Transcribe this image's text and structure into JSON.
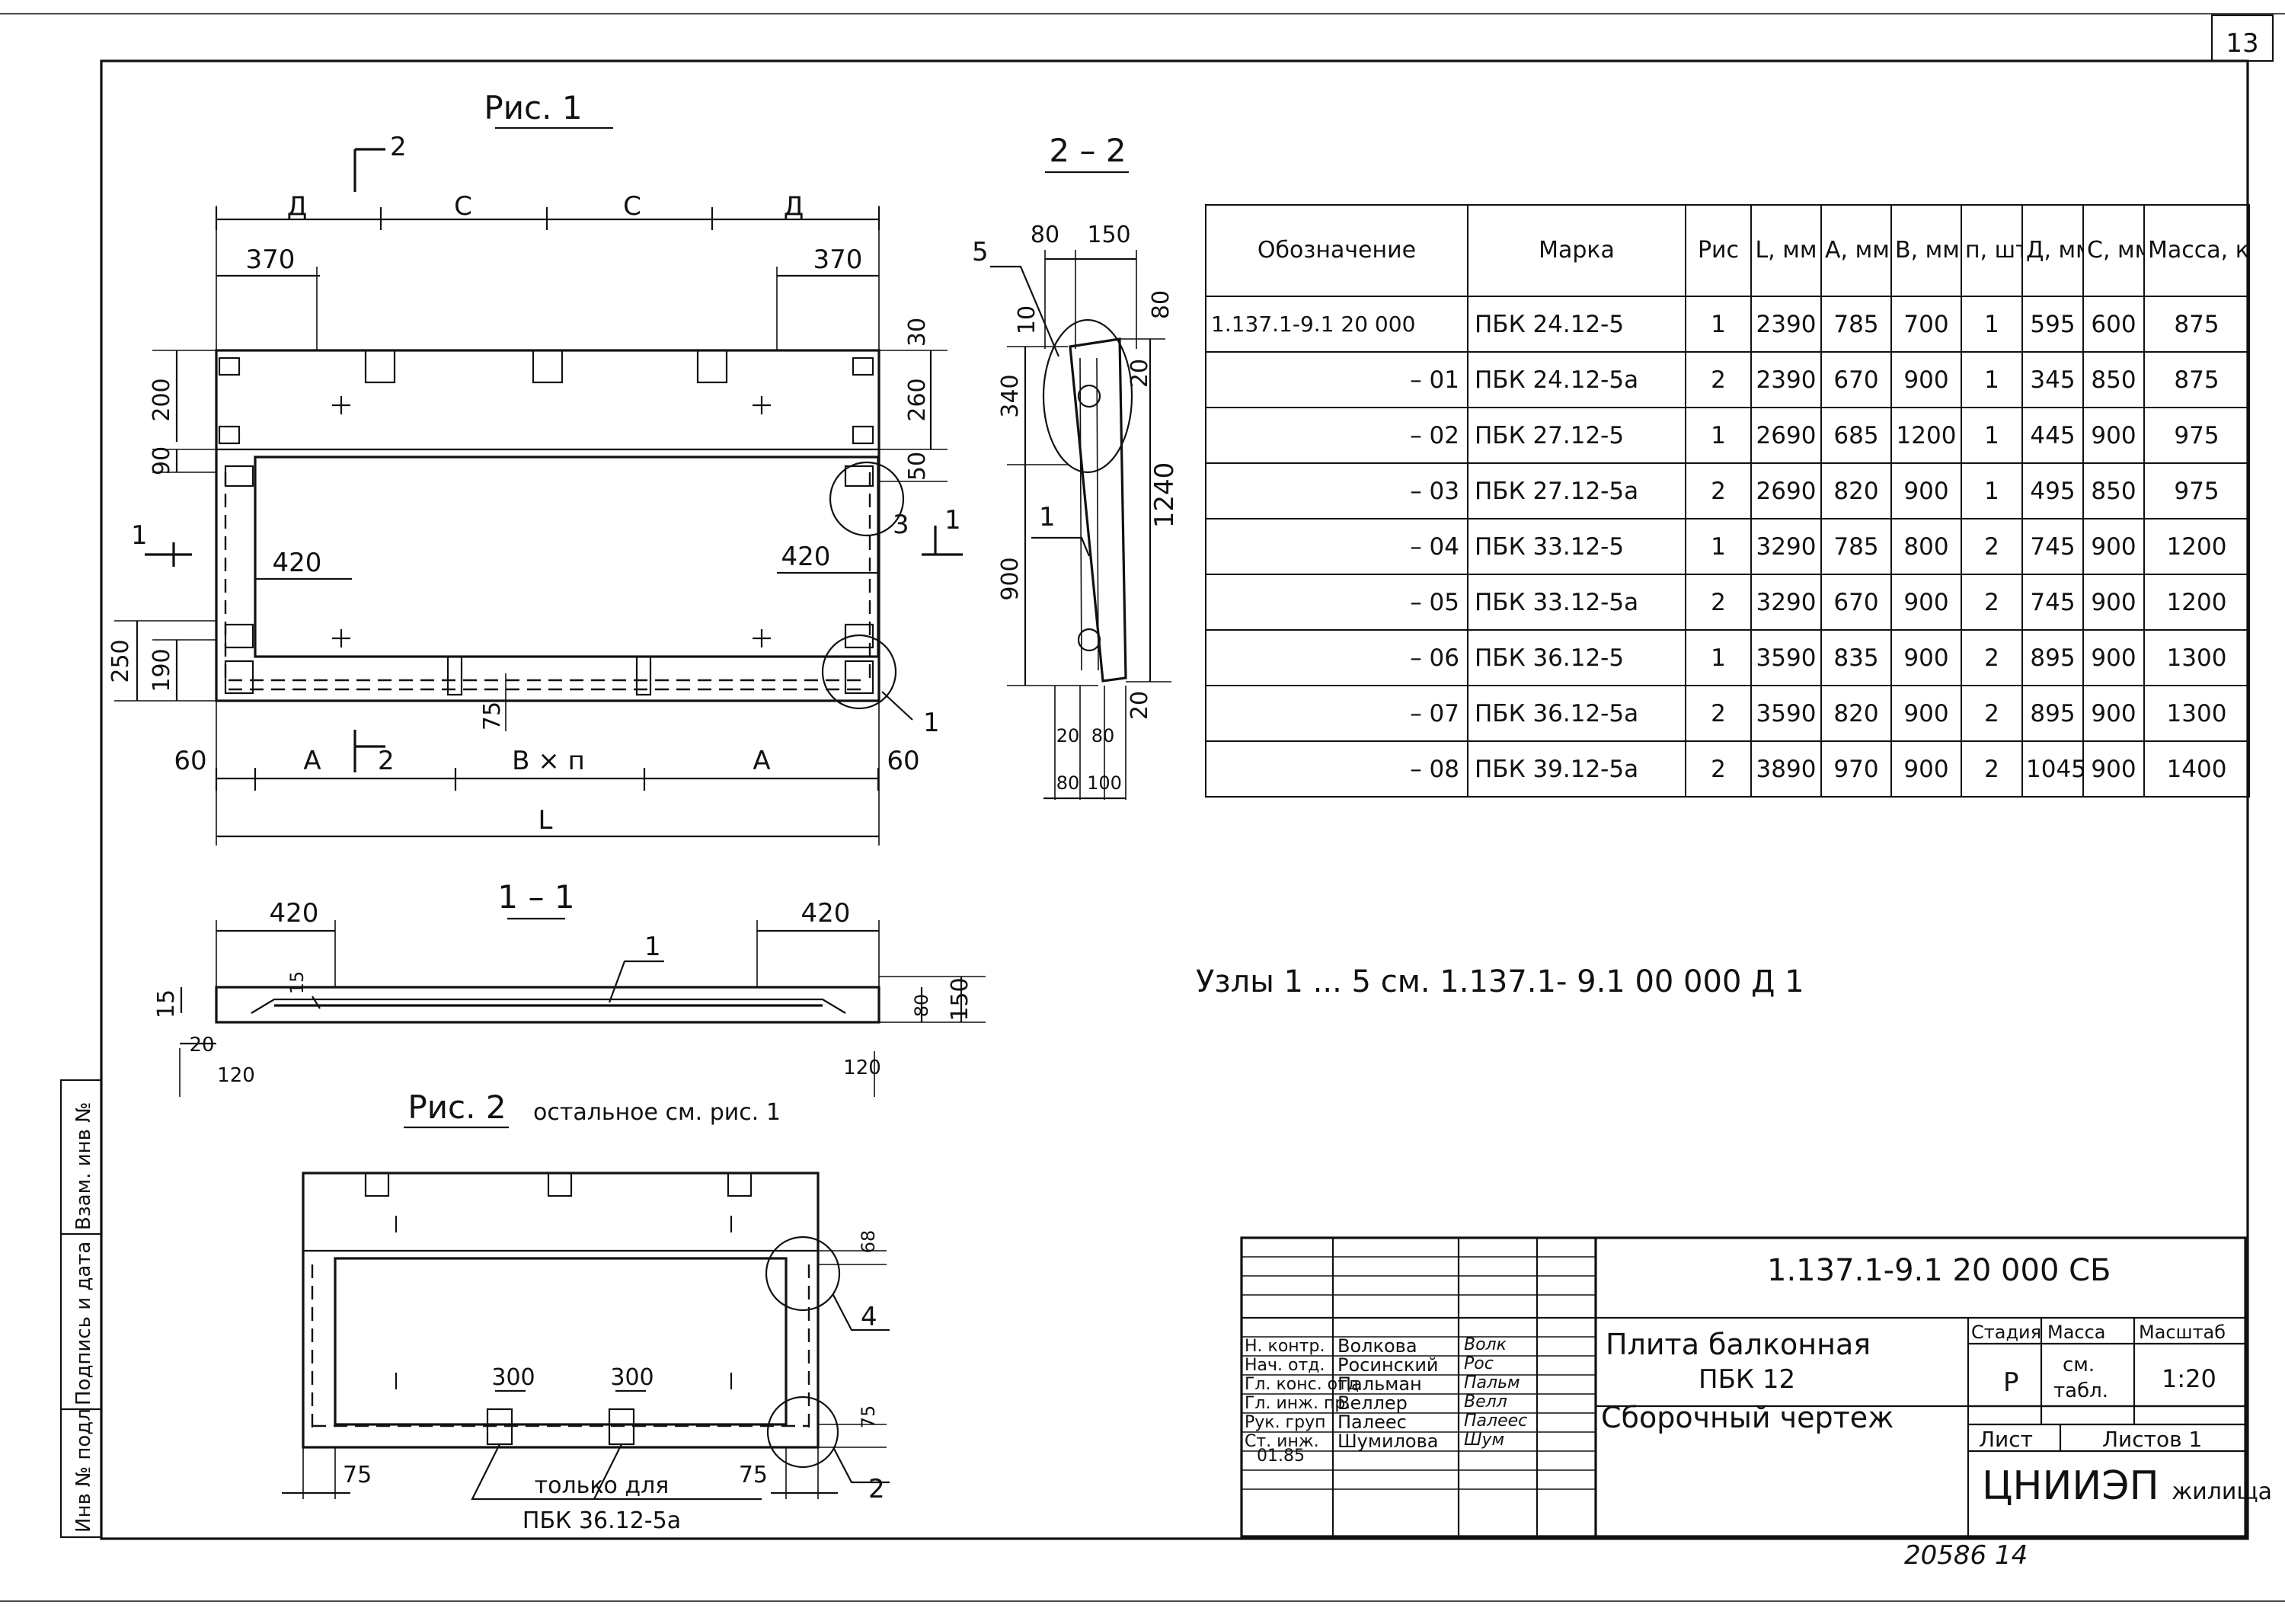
{
  "sheet": {
    "page_number": "13",
    "footer_note": "20586  14"
  },
  "side_stamp": {
    "fields": [
      "Инв № подл",
      "Подпись и дата",
      "Взам. инв №"
    ]
  },
  "fig1": {
    "title": "Рис. 1",
    "dims": {
      "d": "Д",
      "c": "С",
      "a": "А",
      "b_n": "В × п",
      "l": "L",
      "v370": "370",
      "v200": "200",
      "v90": "90",
      "v250": "250",
      "v190": "190",
      "v60": "60",
      "v420": "420",
      "v30": "30",
      "v260": "260",
      "v50": "50",
      "v75": "75"
    },
    "section_marks": {
      "s1": "1",
      "s2": "2"
    },
    "callouts": {
      "n1": "1",
      "n3": "3"
    }
  },
  "sec22": {
    "title": "2 – 2",
    "dims": {
      "v80": "80",
      "v150": "150",
      "v10": "10",
      "v340": "340",
      "v900": "900",
      "v1240": "1240",
      "v20": "20",
      "v100": "100"
    },
    "callouts": {
      "n5": "5",
      "n1": "1"
    }
  },
  "sec11": {
    "title": "1 – 1",
    "dims": {
      "v420": "420",
      "v15": "15",
      "v20": "20",
      "v120": "120",
      "v80": "80",
      "v150": "150"
    },
    "callouts": {
      "n1": "1"
    }
  },
  "fig2": {
    "title": "Рис. 2",
    "subtitle": "остальное см. рис. 1",
    "dims": {
      "v300": "300",
      "v68": "68",
      "v75": "75"
    },
    "note": "только для",
    "note_mark": "ПБК 36.12-5а",
    "callouts": {
      "n4": "4",
      "n2": "2"
    }
  },
  "nodes_note": "Узлы 1 ... 5   см.   1.137.1- 9.1 00 000 Д 1",
  "spec_table": {
    "headers": [
      "Обозначение",
      "Марка",
      "Рис",
      "L, мм",
      "А, мм",
      "В, мм",
      "п, шт",
      "Д, мм",
      "С, мм",
      "Масса, кг"
    ],
    "rows": [
      [
        "1.137.1-9.1 20 000",
        "ПБК 24.12-5",
        "1",
        "2390",
        "785",
        "700",
        "1",
        "595",
        "600",
        "875"
      ],
      [
        "– 01",
        "ПБК 24.12-5а",
        "2",
        "2390",
        "670",
        "900",
        "1",
        "345",
        "850",
        "875"
      ],
      [
        "– 02",
        "ПБК 27.12-5",
        "1",
        "2690",
        "685",
        "1200",
        "1",
        "445",
        "900",
        "975"
      ],
      [
        "– 03",
        "ПБК 27.12-5а",
        "2",
        "2690",
        "820",
        "900",
        "1",
        "495",
        "850",
        "975"
      ],
      [
        "– 04",
        "ПБК 33.12-5",
        "1",
        "3290",
        "785",
        "800",
        "2",
        "745",
        "900",
        "1200"
      ],
      [
        "– 05",
        "ПБК 33.12-5а",
        "2",
        "3290",
        "670",
        "900",
        "2",
        "745",
        "900",
        "1200"
      ],
      [
        "– 06",
        "ПБК 36.12-5",
        "1",
        "3590",
        "835",
        "900",
        "2",
        "895",
        "900",
        "1300"
      ],
      [
        "– 07",
        "ПБК 36.12-5а",
        "2",
        "3590",
        "820",
        "900",
        "2",
        "895",
        "900",
        "1300"
      ],
      [
        "– 08",
        "ПБК 39.12-5а",
        "2",
        "3890",
        "970",
        "900",
        "2",
        "1045",
        "900",
        "1400"
      ]
    ]
  },
  "title_block": {
    "doc_code": "1.137.1-9.1  20 000 СБ",
    "title_lines": [
      "Плита балконная",
      "ПБК 12",
      "Сборочный чертеж"
    ],
    "stage_label": "Стадия",
    "stage_value": "Р",
    "mass_label": "Масса",
    "mass_value_1": "см.",
    "mass_value_2": "табл.",
    "scale_label": "Масштаб",
    "scale_value": "1:20",
    "sheet_label": "Лист",
    "sheets_label": "Листов 1",
    "org": "ЦНИИЭП",
    "org_suffix": "жилища",
    "date": "01.85",
    "people": [
      {
        "role": "Н. контр.",
        "name": "Волкова",
        "sig": "Волк"
      },
      {
        "role": "Нач. отд.",
        "name": "Росинский",
        "sig": "Рос"
      },
      {
        "role": "Гл. конс. отд",
        "name": "Пальман",
        "sig": "Пальм"
      },
      {
        "role": "Гл. инж. пр.",
        "name": "Веллер",
        "sig": "Велл"
      },
      {
        "role": "Рук. груп",
        "name": "Палеес",
        "sig": "Палеес"
      },
      {
        "role": "Ст. инж.",
        "name": "Шумилова",
        "sig": "Шум"
      }
    ]
  }
}
